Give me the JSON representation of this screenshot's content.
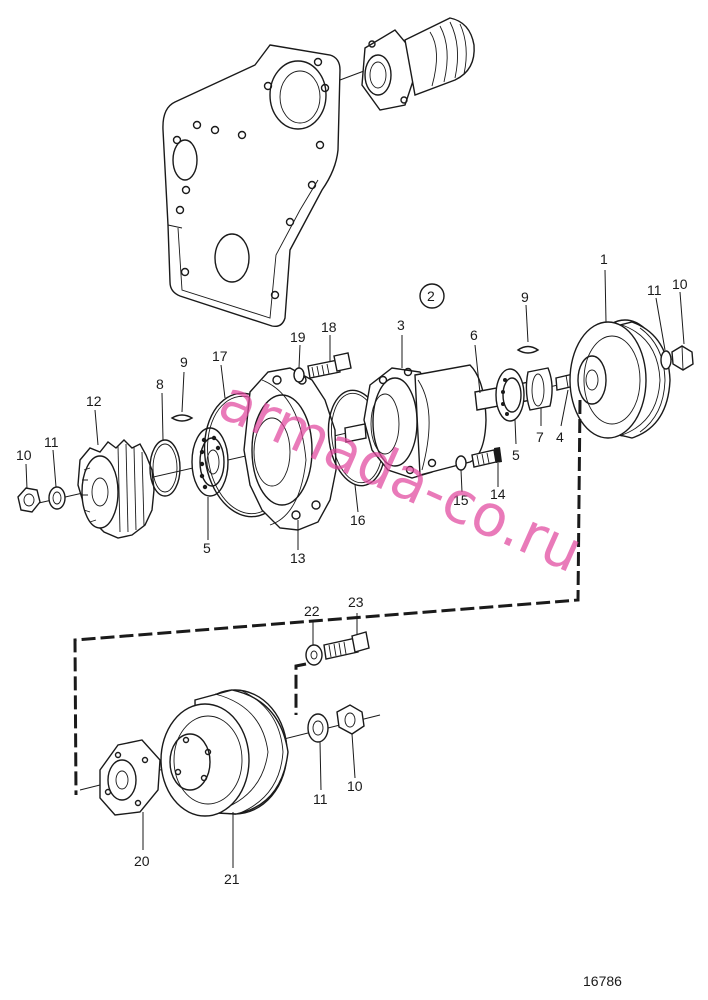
{
  "diagram": {
    "callout_numbers": [
      "1",
      "3",
      "4",
      "5",
      "6",
      "7",
      "8",
      "9",
      "10",
      "11",
      "12",
      "13",
      "14",
      "15",
      "16",
      "17",
      "18",
      "19",
      "20",
      "21",
      "22",
      "23"
    ],
    "labels": {
      "p1": "1",
      "p2_group": "2",
      "p3": "3",
      "p4": "4",
      "p5_right": "5",
      "p5_left": "5",
      "p6": "6",
      "p7": "7",
      "p8": "8",
      "p9_left": "9",
      "p9_right": "9",
      "p10_left": "10",
      "p10_right": "10",
      "p10_bottom": "10",
      "p11_left": "11",
      "p11_right": "11",
      "p11_bottom": "11",
      "p12": "12",
      "p13": "13",
      "p14": "14",
      "p15": "15",
      "p16": "16",
      "p17": "17",
      "p18": "18",
      "p19": "19",
      "p20": "20",
      "p21": "21",
      "p22": "22",
      "p23": "23"
    },
    "figure_number": "16786",
    "watermark": "armada-co.ru",
    "watermark_color": "#e0479e"
  }
}
